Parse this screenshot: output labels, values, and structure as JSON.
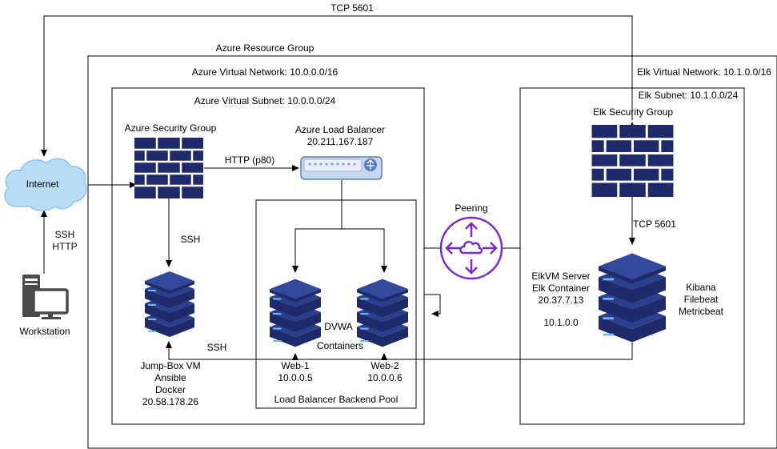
{
  "labels": {
    "tcp_top": "TCP 5601",
    "resource_group": "Azure Resource Group",
    "vnet": "Azure Virtual Network: 10.0.0.0/16",
    "elk_vnet": "Elk Virtual Network: 10.1.0.0/16",
    "subnet": "Azure Virtual Subnet: 10.0.0.0/24",
    "elk_subnet": "Elk Subnet: 10.1.0.0/24",
    "security_group": "Azure Security Group",
    "lb_name": "Azure Load Balancer",
    "lb_ip": "20.211.167.187",
    "elk_security_group": "Elk Security Group",
    "internet": "Internet",
    "http_p80": "HTTP (p80)",
    "ssh_1": "SSH",
    "ssh_2": "SSH",
    "workstation_ssh": "SSH",
    "workstation_http": "HTTP",
    "workstation": "Workstation",
    "peering": "Peering",
    "tcp_elk": "TCP 5601",
    "dvwa": "DVWA",
    "containers": "Containers",
    "web1_name": "Web-1",
    "web1_ip": "10.0.0.5",
    "web2_name": "Web-2",
    "web2_ip": "10.0.0.6",
    "backend_pool": "Load Balancer Backend Pool",
    "jump_name": "Jump-Box VM",
    "jump_ansible": "Ansible",
    "jump_docker": "Docker",
    "jump_ip": "20.58.178.26",
    "elk_server": "ElkVM Server",
    "elk_container": "Elk Container",
    "elk_public_ip": "20.37.7.13",
    "elk_private_ip": "10.1.0.0",
    "kibana": "Kibana",
    "filebeat": "Filebeat",
    "metricbeat": "Metricbeat"
  },
  "icons": {
    "firewall": "firewall-icon",
    "server": "server-stack-icon",
    "cloud": "cloud-icon",
    "peering": "peering-router-icon",
    "load_balancer": "load-balancer-icon",
    "workstation": "workstation-icon"
  },
  "colors": {
    "navy": "#1f2a6b",
    "server_blue": "#2b3f8e",
    "peering_purple": "#7a2cc8",
    "cloud_fill": "#b9dcf5",
    "cloud_stroke": "#8ec5ee",
    "lb_fill": "#c7d7ee",
    "lb_stroke": "#5a7bb0",
    "workstation_gray": "#4a4a4a"
  }
}
